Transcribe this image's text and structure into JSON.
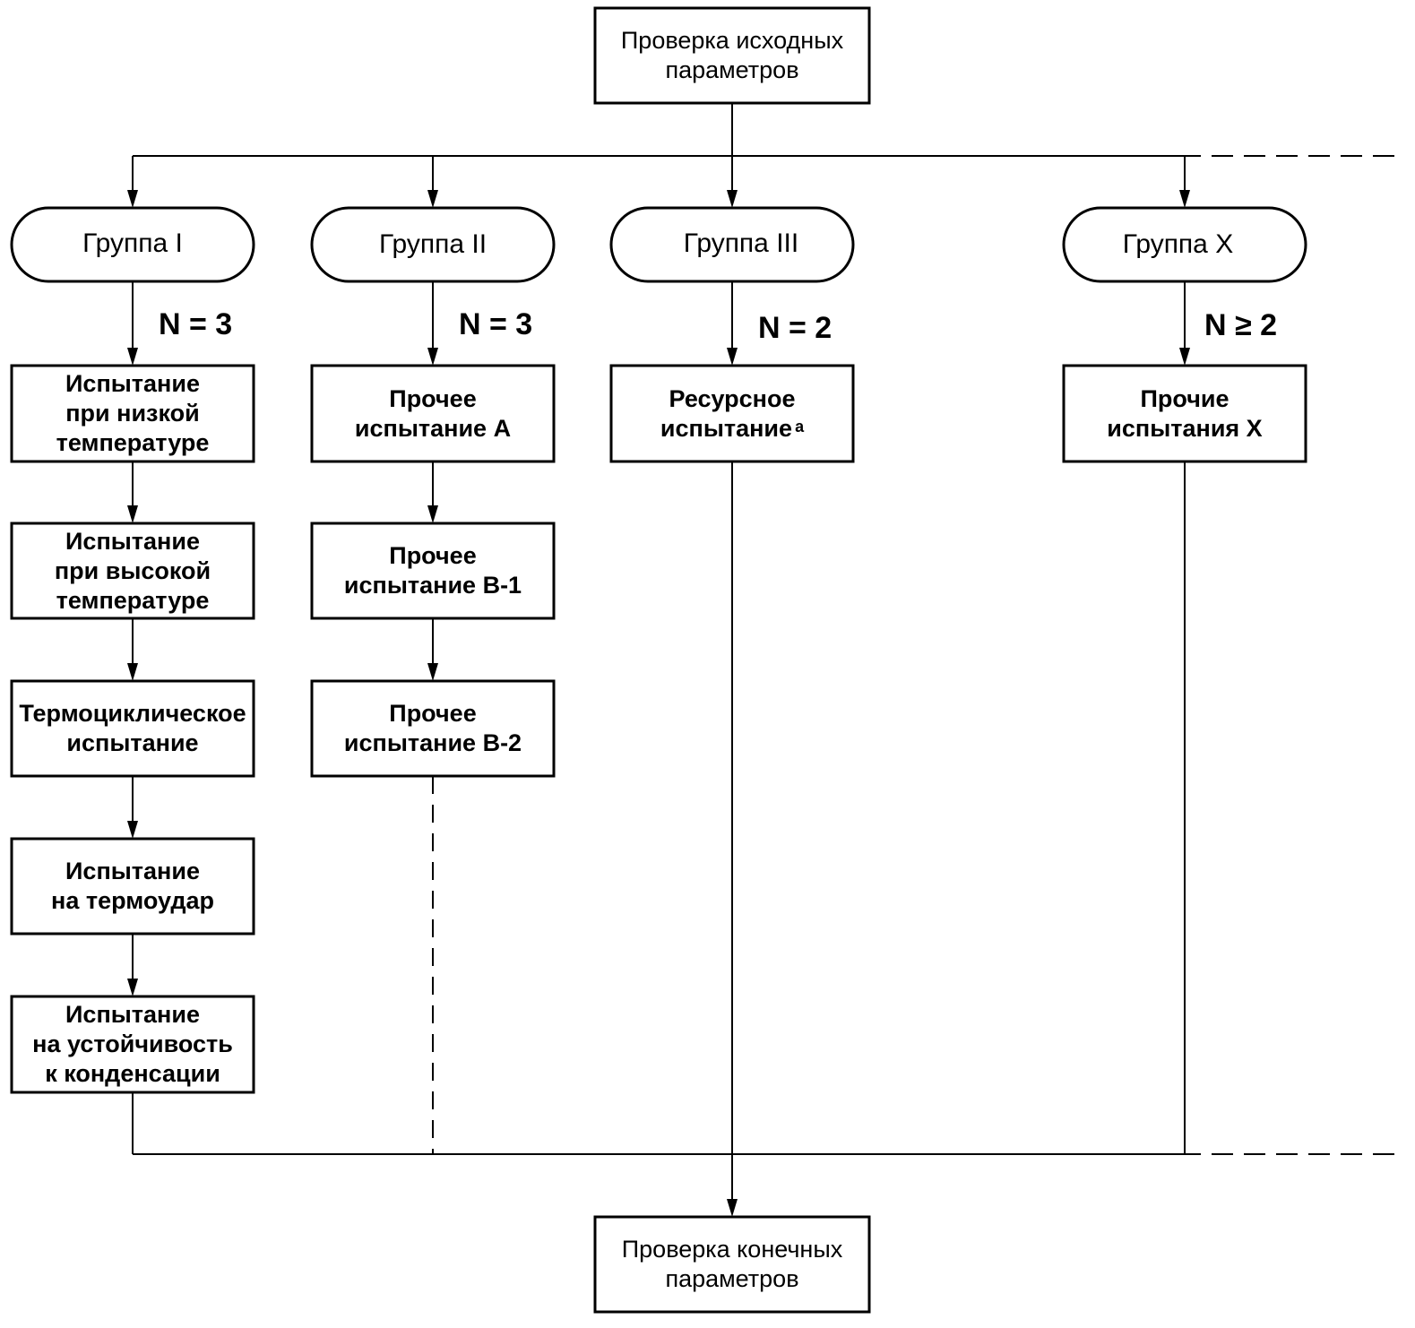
{
  "start": {
    "line1": "Проверка исходных",
    "line2": "параметров"
  },
  "end": {
    "line1": "Проверка конечных",
    "line2": "параметров"
  },
  "groups": [
    {
      "label": "Группа I",
      "n": "N = 3",
      "tests": [
        {
          "lines": [
            "Испытание",
            "при низкой",
            "температуре"
          ]
        },
        {
          "lines": [
            "Испытание",
            "при высокой",
            "температуре"
          ]
        },
        {
          "lines": [
            "Термоциклическое",
            "испытание"
          ]
        },
        {
          "lines": [
            "Испытание",
            "на термоудар"
          ]
        },
        {
          "lines": [
            "Испытание",
            "на устойчивость",
            "к конденсации"
          ]
        }
      ]
    },
    {
      "label": "Группа II",
      "n": "N = 3",
      "tests": [
        {
          "lines": [
            "Прочее",
            "испытание A"
          ]
        },
        {
          "lines": [
            "Прочее",
            "испытание B-1"
          ]
        },
        {
          "lines": [
            "Прочее",
            "испытание B-2"
          ]
        }
      ]
    },
    {
      "label": "Группа III",
      "n": "N = 2",
      "tests": [
        {
          "lines": [
            "Ресурсное",
            "испытание"
          ],
          "footnote": "a"
        }
      ]
    },
    {
      "label": "Группа X",
      "n": "N ≥ 2",
      "tests": [
        {
          "lines": [
            "Прочие",
            "испытания X"
          ]
        }
      ]
    }
  ]
}
